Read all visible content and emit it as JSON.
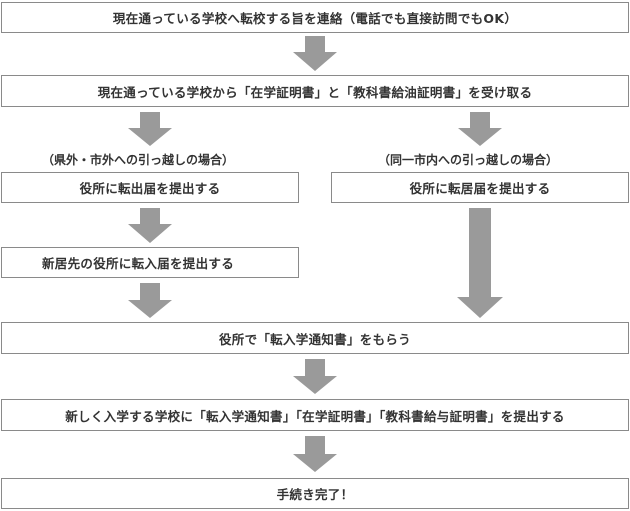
{
  "steps": {
    "contact": "現在通っている学校へ転校する旨を連絡（電話でも直接訪問でもOK）",
    "receive": "現在通っている学校から「在学証明書」と「教科書給油証明書」を受け取る",
    "left_label": "（県外・市外への引っ越しの場合）",
    "right_label": "（同一市内への引っ越しの場合）",
    "left_move_out": "役所に転出届を提出する",
    "right_move": "役所に転居届を提出する",
    "left_move_in": "新居先の役所に転入届を提出する",
    "notice": "役所で「転入学通知書」をもらう",
    "submit": "新しく入学する学校に「転入学通知書」「在学証明書」「教科書給与証明書」を提出する",
    "complete": "手続き完了！"
  },
  "colors": {
    "arrow": "#9a9a9a",
    "border": "#8a8a8a",
    "text": "#333333"
  }
}
